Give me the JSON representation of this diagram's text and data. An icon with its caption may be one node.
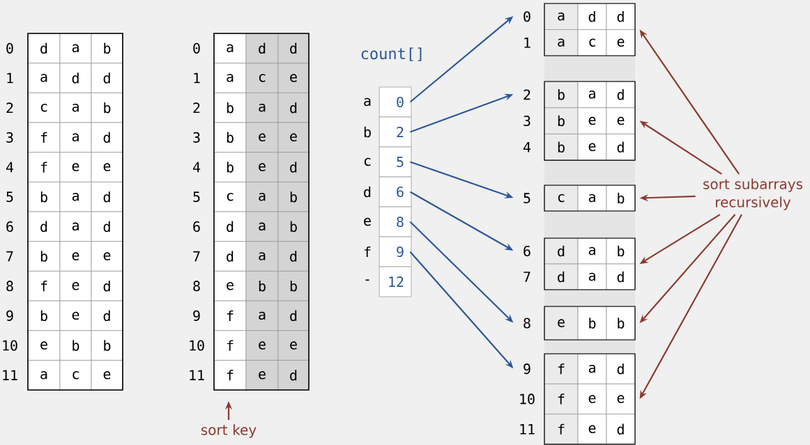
{
  "diagram": {
    "nodes": [
      {
        "text": [
          "0"
        ],
        "beside": [
          "a"
        ]
      },
      {
        "text": [
          "2"
        ],
        "beside": [
          "b"
        ]
      },
      {
        "text": [
          "5"
        ],
        "beside": [
          "c"
        ]
      },
      {
        "text": [
          "6"
        ],
        "beside": [
          "d"
        ]
      },
      {
        "text": [
          "8"
        ],
        "beside": [
          "e"
        ]
      },
      {
        "text": [
          "9"
        ],
        "beside": [
          "f"
        ]
      },
      {
        "text": [
          "12"
        ],
        "beside": [
          "-"
        ]
      },
      {
        "text": [
          "a",
          "d",
          "d",
          "a",
          "c",
          "e"
        ],
        "beside": [
          "0",
          "1"
        ]
      },
      {
        "text": [
          "b",
          "a",
          "d",
          "b",
          "e",
          "e",
          "b",
          "e",
          "d"
        ],
        "beside": [
          "2",
          "3",
          "4"
        ]
      },
      {
        "text": [
          "c",
          "a",
          "b"
        ],
        "beside": [
          "5"
        ]
      },
      {
        "text": [
          "d",
          "a",
          "b",
          "d",
          "a",
          "d"
        ],
        "beside": [
          "6",
          "7"
        ]
      },
      {
        "text": [
          "e",
          "b",
          "b"
        ],
        "beside": [
          "8"
        ]
      },
      {
        "text": [
          "f",
          "a",
          "d",
          "f",
          "e",
          "e",
          "f",
          "e",
          "d"
        ],
        "beside": [
          "9",
          "10",
          "11"
        ]
      },
      {
        "text": [
          "sort subarrays recursively"
        ]
      },
      {
        "text": [
          "sort key"
        ]
      }
    ],
    "edges": [
      {
        "from": 0,
        "to": 7,
        "arrow": "to",
        "color": "#2b579a"
      },
      {
        "from": 1,
        "to": 8,
        "arrow": "to",
        "color": "#2b579a"
      },
      {
        "from": 2,
        "to": 9,
        "arrow": "to",
        "color": "#2b579a"
      },
      {
        "from": 3,
        "to": 10,
        "arrow": "to",
        "color": "#2b579a"
      },
      {
        "from": 4,
        "to": 11,
        "arrow": "to",
        "color": "#2b579a"
      },
      {
        "from": 5,
        "to": 12,
        "arrow": "to",
        "color": "#2b579a"
      },
      {
        "from": 13,
        "to": 7,
        "arrow": "to"
      },
      {
        "from": 13,
        "to": 8,
        "arrow": "to"
      },
      {
        "from": 13,
        "to": 9,
        "arrow": "to"
      },
      {
        "from": 13,
        "to": 10,
        "arrow": "to"
      },
      {
        "from": 13,
        "to": 11,
        "arrow": "to"
      },
      {
        "from": 13,
        "to": 12,
        "arrow": "to"
      },
      {
        "from": 14,
        "to": null,
        "arrow": "to"
      }
    ],
    "labels": [
      "0",
      "d",
      "a",
      "b",
      "1",
      "a",
      "d",
      "d",
      "2",
      "c",
      "a",
      "b",
      "3",
      "f",
      "a",
      "d",
      "4",
      "f",
      "e",
      "e",
      "5",
      "b",
      "a",
      "d",
      "6",
      "d",
      "a",
      "d",
      "7",
      "b",
      "e",
      "e",
      "8",
      "f",
      "e",
      "d",
      "9",
      "b",
      "e",
      "d",
      "10",
      "e",
      "b",
      "b",
      "11",
      "a",
      "c",
      "e",
      "0",
      "a",
      "d",
      "d",
      "1",
      "a",
      "c",
      "e",
      "2",
      "b",
      "a",
      "d",
      "3",
      "b",
      "e",
      "e",
      "4",
      "b",
      "e",
      "d",
      "5",
      "c",
      "a",
      "b",
      "6",
      "d",
      "a",
      "b",
      "7",
      "d",
      "a",
      "d",
      "8",
      "e",
      "b",
      "b",
      "9",
      "f",
      "a",
      "d",
      "10",
      "f",
      "e",
      "e",
      "11",
      "f",
      "e",
      "d",
      "count[]"
    ]
  }
}
